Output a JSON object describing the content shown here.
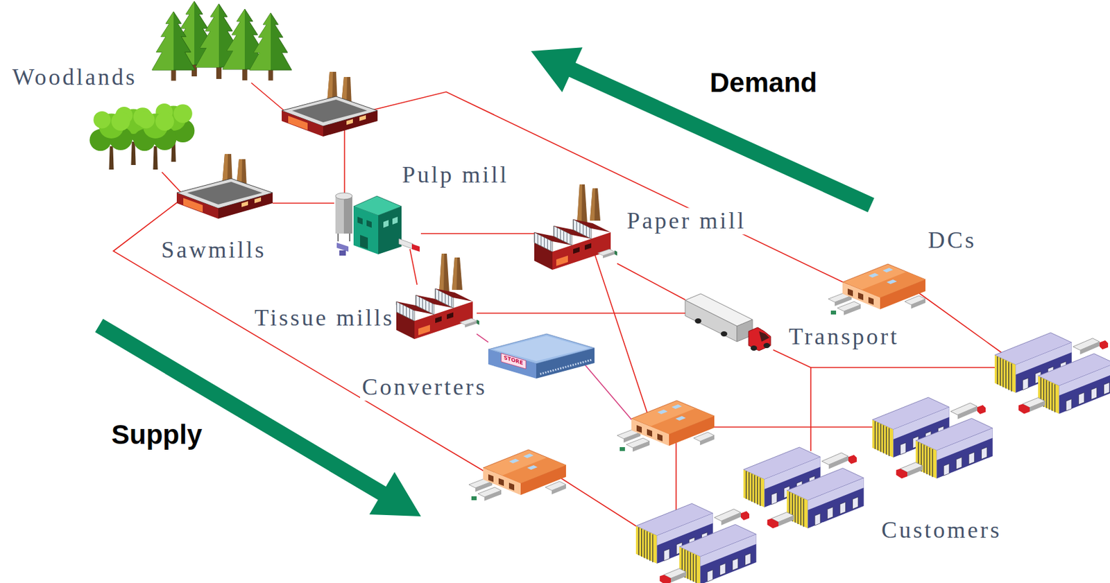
{
  "diagram": {
    "nodes": [
      {
        "text": [
          "Woodlands"
        ]
      },
      {
        "text": [
          "Pulp mill"
        ]
      },
      {
        "text": [
          "Paper mill"
        ]
      },
      {
        "text": [
          "DCs"
        ]
      },
      {
        "text": [
          "Sawmills"
        ]
      },
      {
        "text": [
          "Tissue mills"
        ]
      },
      {
        "text": [
          "Transport"
        ]
      },
      {
        "text": [
          "Converters"
        ]
      },
      {
        "text": [
          "Customers"
        ]
      }
    ],
    "edges": [
      {
        "from": 4,
        "to": 1,
        "arrow": "none"
      },
      {
        "from": 1,
        "to": 2,
        "arrow": "none"
      },
      {
        "from": 1,
        "to": 5,
        "arrow": "none"
      },
      {
        "from": 2,
        "to": 6,
        "arrow": "none"
      },
      {
        "from": 5,
        "to": 6,
        "arrow": "none"
      },
      {
        "from": 5,
        "to": 7,
        "arrow": "none"
      },
      {
        "from": 6,
        "to": 8,
        "arrow": "none"
      }
    ],
    "labels": [
      "Demand",
      "Supply",
      "STORE"
    ]
  }
}
